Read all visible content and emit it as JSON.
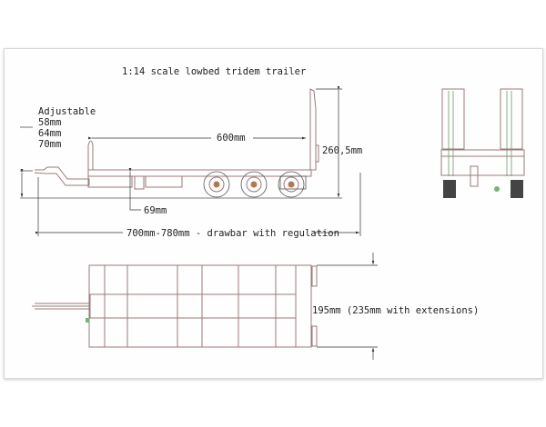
{
  "title": "1:14 scale lowbed tridem trailer",
  "adjustable": {
    "label": "Adjustable",
    "values": [
      "58mm",
      "64mm",
      "70mm"
    ]
  },
  "dimensions": {
    "deck_length": "600mm",
    "height": "260,5mm",
    "ground_clearance": "69mm",
    "total_length": "700mm-780mm - drawbar with regulation",
    "width": "195mm (235mm with extensions)"
  },
  "colors": {
    "line": "#9a7a78",
    "dimension": "#333333",
    "accent": "#6a9a6a"
  }
}
